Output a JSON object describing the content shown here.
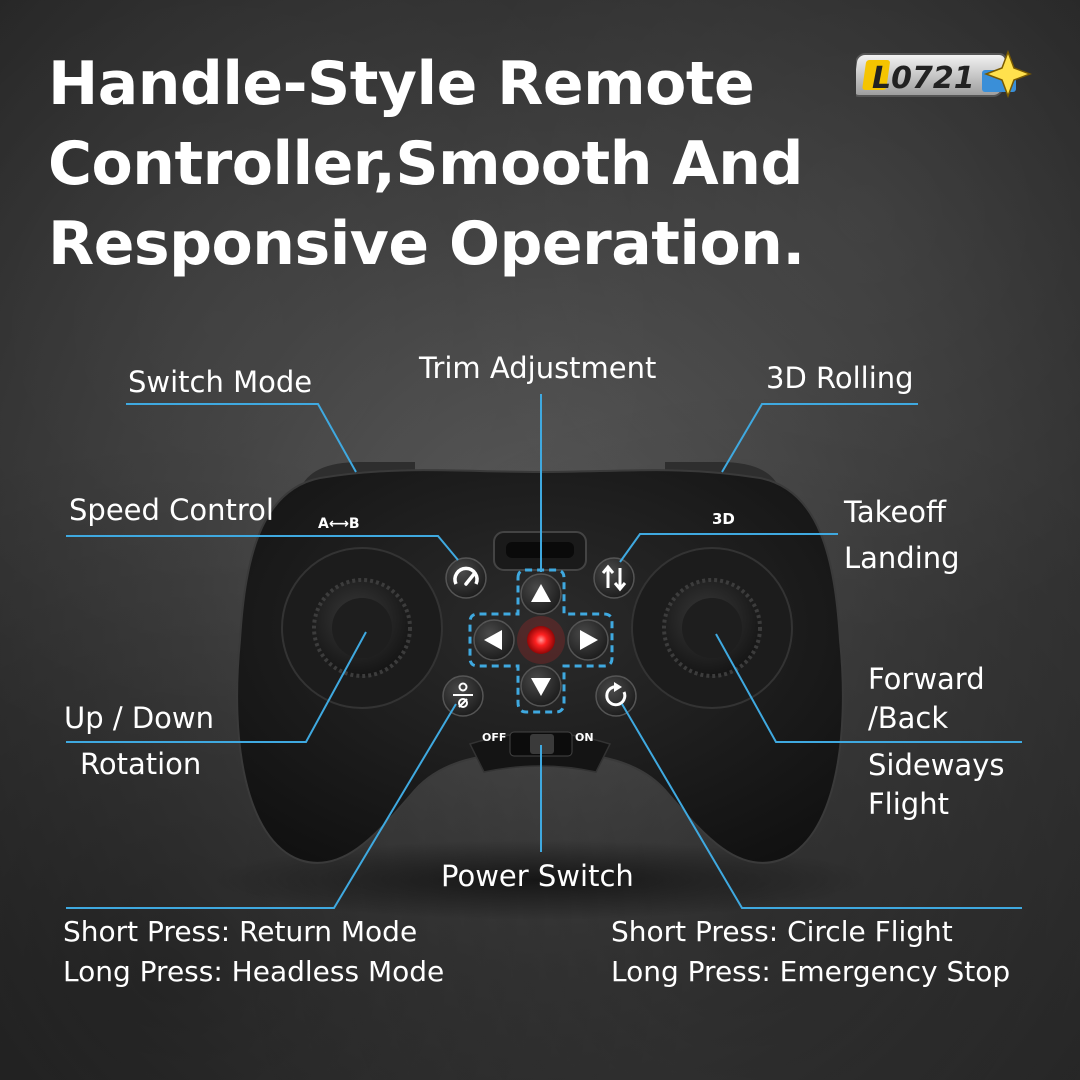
{
  "headline": {
    "line1": "Handle-Style Remote",
    "line2": "Controller,Smooth And",
    "line3": "Responsive Operation."
  },
  "logo": {
    "text": "L0721"
  },
  "device": {
    "mode_marking": "A⟷B",
    "rolling_marking": "3D",
    "switch_off": "OFF",
    "switch_on": "ON"
  },
  "labels": {
    "switch_mode": "Switch Mode",
    "trim_adjustment": "Trim Adjustment",
    "rolling_3d": "3D Rolling",
    "speed_control": "Speed Control",
    "takeoff": "Takeoff",
    "landing": "Landing",
    "up_down": "Up / Down",
    "rotation": "Rotation",
    "forward": "Forward",
    "back": "/Back",
    "sideways": "Sideways",
    "flight": "Flight",
    "power_switch": "Power Switch",
    "return_short": "Short Press: Return Mode",
    "return_long": "Long Press: Headless Mode",
    "circle_short": "Short Press: Circle Flight",
    "circle_long": "Long Press: Emergency Stop"
  },
  "colors": {
    "callout_line": "#3fa9e0",
    "led": "#ff2020",
    "logo_yellow": "#f5c400",
    "logo_blue": "#3a8fd8"
  }
}
